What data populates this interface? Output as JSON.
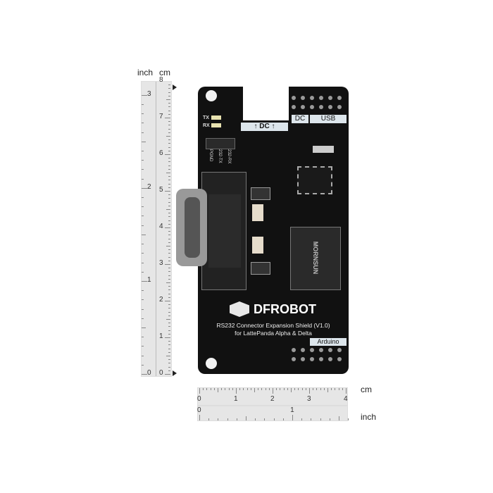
{
  "ruler_vertical": {
    "unit_inch": "inch",
    "unit_cm": "cm",
    "cm_labels": [
      "0",
      "1",
      "2",
      "3",
      "4",
      "5",
      "6",
      "7",
      "8"
    ],
    "inch_labels": [
      "0",
      "1",
      "2",
      "3"
    ]
  },
  "ruler_horizontal": {
    "unit_cm": "cm",
    "unit_inch": "inch",
    "cm_labels": [
      "0",
      "1",
      "2",
      "3",
      "4"
    ],
    "inch_labels": [
      "0",
      "1"
    ]
  },
  "board": {
    "silk_dc_arrow": "↑ DC ↑",
    "silk_dc": "DC",
    "silk_usb": "USB",
    "led_tx": "TX",
    "led_rx": "RX",
    "header_labels": [
      "PGND",
      "232-TX",
      "232-RX"
    ],
    "brand": "DFROBOT",
    "title_line1": "RS232 Connector Expansion Shield (V1.0)",
    "title_line2": "for LattePanda Alpha & Delta",
    "silk_arduino": "Arduino",
    "chip_marking": "MORNSUN"
  }
}
